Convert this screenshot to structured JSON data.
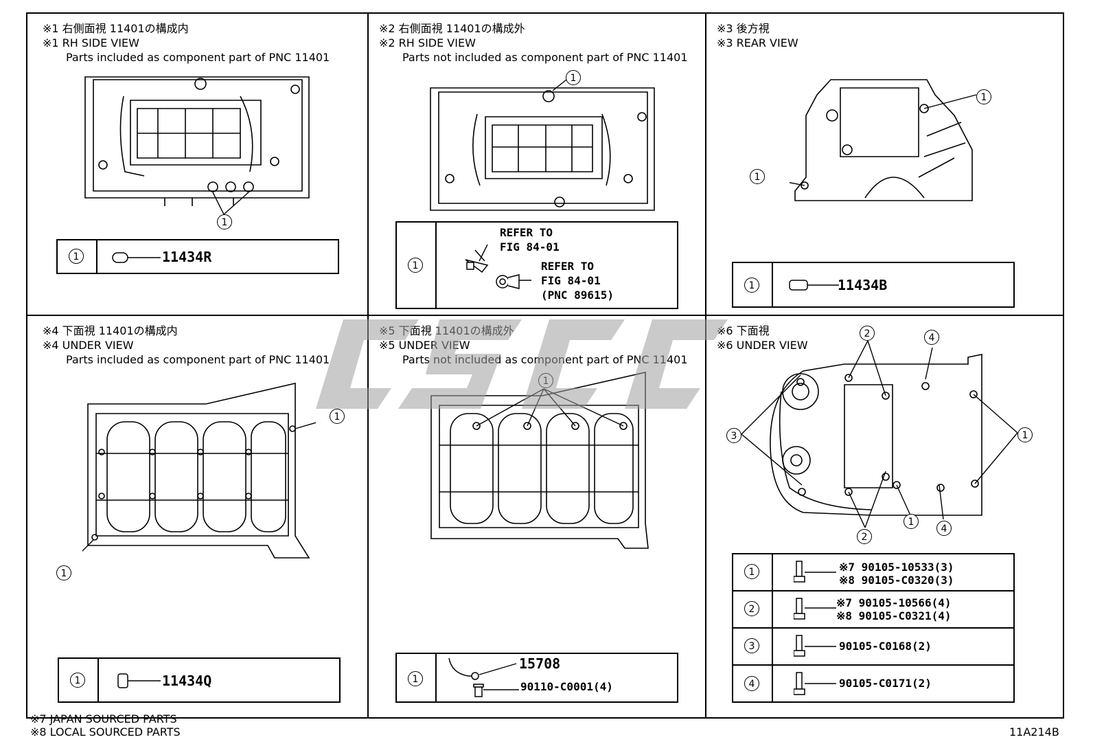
{
  "panels": [
    {
      "id": "p1",
      "title_jp": "※1 右側面視 11401の構成内",
      "title_en": "※1 RH SIDE VIEW",
      "description": "Parts included as component part of PNC 11401",
      "table": [
        {
          "callout": "1",
          "part_number": "11434R"
        }
      ]
    },
    {
      "id": "p2",
      "title_jp": "※2 右側面視 11401の構成外",
      "title_en": "※2 RH SIDE VIEW",
      "description": "Parts not included as component part of PNC 11401",
      "table": [
        {
          "callout": "1",
          "refer_1": "REFER TO",
          "fig_1": "FIG 84-01",
          "refer_2": "REFER TO",
          "fig_2": "FIG 84-01",
          "pnc": "(PNC 89615)"
        }
      ]
    },
    {
      "id": "p3",
      "title_jp": "※3 後方視",
      "title_en": "※3 REAR VIEW",
      "table": [
        {
          "callout": "1",
          "part_number": "11434B"
        }
      ]
    },
    {
      "id": "p4",
      "title_jp": "※4 下面視 11401の構成内",
      "title_en": "※4 UNDER VIEW",
      "description": "Parts included as component part of PNC 11401",
      "table": [
        {
          "callout": "1",
          "part_number": "11434Q"
        }
      ]
    },
    {
      "id": "p5",
      "title_jp": "※5 下面視 11401の構成外",
      "title_en": "※5 UNDER VIEW",
      "description": "Parts not included as component part of PNC 11401",
      "table": [
        {
          "callout": "1",
          "part_number_1": "15708",
          "part_number_2": "90110-C0001(4)"
        }
      ]
    },
    {
      "id": "p6",
      "title_jp": "※6 下面視",
      "title_en": "※6 UNDER VIEW",
      "table": [
        {
          "callout": "1",
          "line_1": "※7 90105-10533(3)",
          "line_2": "※8 90105-C0320(3)"
        },
        {
          "callout": "2",
          "line_1": "※7 90105-10566(4)",
          "line_2": "※8 90105-C0321(4)"
        },
        {
          "callout": "3",
          "line_1": "90105-C0168(2)"
        },
        {
          "callout": "4",
          "line_1": "90105-C0171(2)"
        }
      ]
    }
  ],
  "callouts": {
    "one": "1",
    "two": "2",
    "three": "3",
    "four": "4"
  },
  "footnotes": [
    "※7 JAPAN SOURCED PARTS",
    "※8 LOCAL SOURCED PARTS"
  ],
  "figure_id": "11A214B",
  "watermark": "CSCC"
}
